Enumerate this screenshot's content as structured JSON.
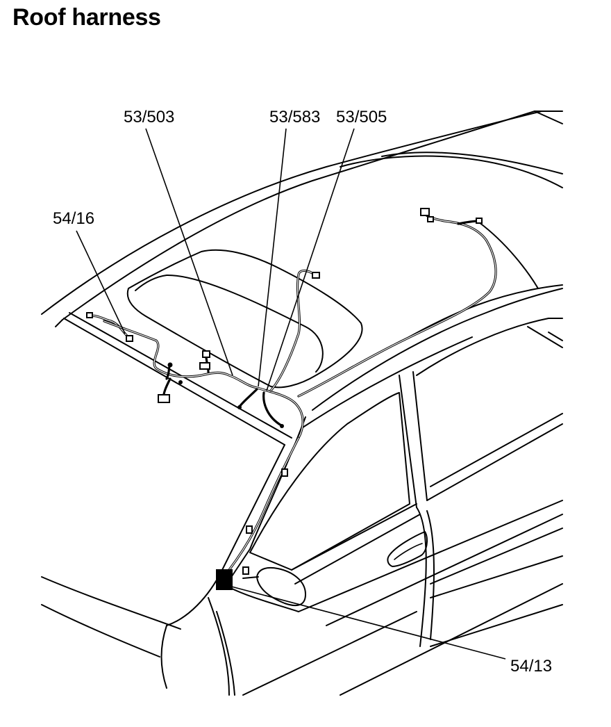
{
  "title": "Roof harness",
  "callouts": {
    "c1": "53/503",
    "c2": "53/583",
    "c3": "53/505",
    "c4": "54/16",
    "c5": "54/13"
  }
}
